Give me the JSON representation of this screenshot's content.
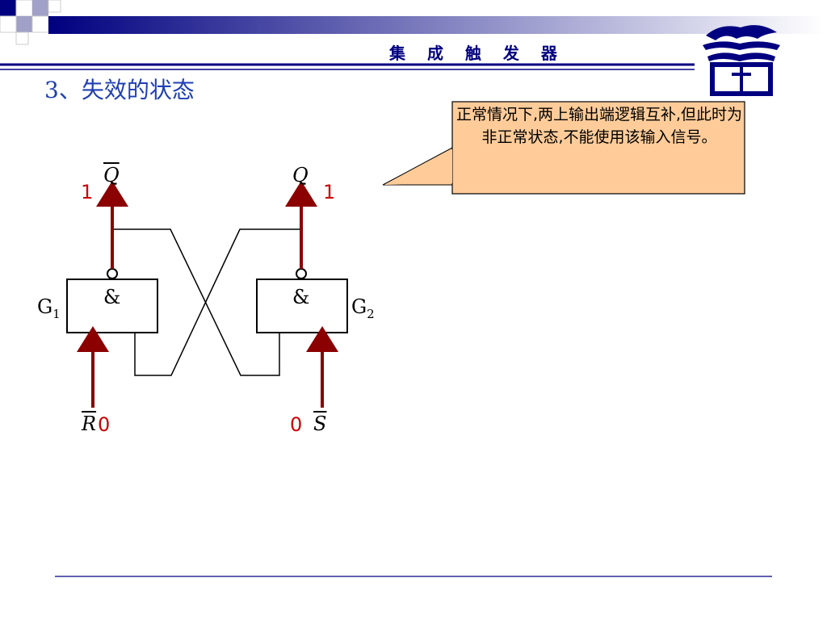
{
  "header": {
    "title": "集 成 触 发 器"
  },
  "slide": {
    "title": "3、失效的状态"
  },
  "callout": {
    "text": "正常情况下,两上输出端逻辑互补,但此时为非正常状态,不能使用该输入信号。"
  },
  "circuit": {
    "gate_symbol": "&",
    "gate1": {
      "name": "G",
      "sub": "1"
    },
    "gate2": {
      "name": "G",
      "sub": "2"
    },
    "out_qbar": {
      "symbol": "Q",
      "value": "1"
    },
    "out_q": {
      "symbol": "Q",
      "value": "1"
    },
    "in_rbar": {
      "symbol": "R",
      "value": "0"
    },
    "in_sbar": {
      "symbol": "S",
      "value": "0"
    }
  },
  "colors": {
    "accent_blue": "#000080",
    "title_blue": "#1f3fb4",
    "wire_red": "#8b0000",
    "callout_fill": "#ffcc99"
  }
}
